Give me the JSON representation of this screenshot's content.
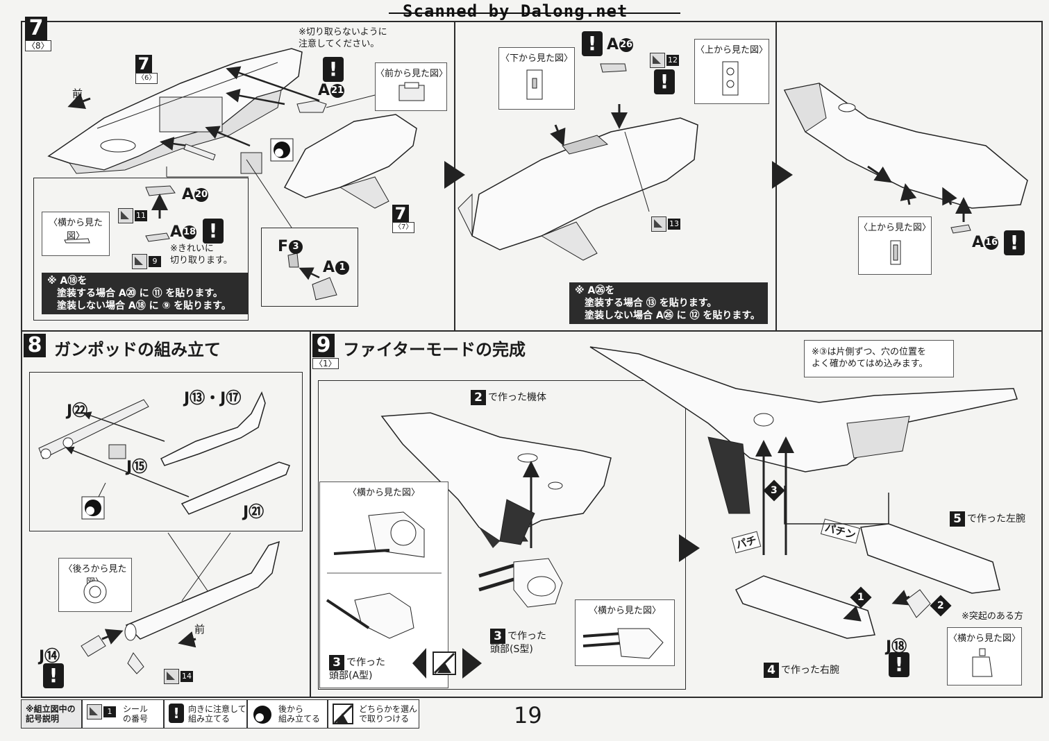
{
  "header": {
    "watermark": "Scanned by Dalong.net"
  },
  "step7": {
    "num": "7",
    "sub": "〈8〉",
    "inner_num": "7",
    "inner_sub": "〈6〉",
    "fuselage_num": "7",
    "fuselage_sub": "〈7〉",
    "caution": "※切り取らないように\n注意してください。",
    "front_label": "前",
    "views": {
      "front": "〈前から見た図〉",
      "side": "〈横から見た図〉",
      "bottom": "〈下から見た図〉",
      "top1": "〈上から見た図〉",
      "top2": "〈上から見た図〉"
    },
    "parts": {
      "a21": "A",
      "a21n": "21",
      "a20": "A",
      "a20n": "20",
      "a18": "A",
      "a18n": "18",
      "f3": "F",
      "f3n": "3",
      "a1": "A",
      "a1n": "1",
      "a26": "A",
      "a26n": "26",
      "a16": "A",
      "a16n": "16"
    },
    "stickers": {
      "s11": "11",
      "s9": "9",
      "s12": "12",
      "s13": "13"
    },
    "cut_note": "※きれいに\n切り取ります。",
    "a18_note": {
      "l1": "※ A⑱を",
      "l2": "塗装する場合 A⑳ に ⑪ を貼ります。",
      "l3": "塗装しない場合 A⑱ に ⑨ を貼ります。"
    },
    "a26_note": {
      "l1": "※ A㉖を",
      "l2": "塗装する場合 ⑬ を貼ります。",
      "l3": "塗装しない場合 A㉖ に ⑫ を貼ります。"
    }
  },
  "step8": {
    "num": "8",
    "title": "ガンポッドの組み立て",
    "parts": {
      "j22": "J㉒",
      "j13_17": "J⑬・J⑰",
      "j15": "J⑮",
      "j21": "J㉑",
      "j14": "J⑭"
    },
    "rear_view": "〈後ろから見た図〉",
    "front_label": "前",
    "sticker14": "14"
  },
  "step9": {
    "num": "9",
    "sub": "〈1〉",
    "title": "ファイターモードの完成",
    "hole_note": "※③は片側ずつ、穴の位置を\nよく確かめてはめ込みます。",
    "body_from2": "で作った機体",
    "body_from2_num": "2",
    "side_view1": "〈横から見た図〉",
    "side_view2": "〈横から見た図〉",
    "side_view3": "〈横から見た図〉",
    "head_a": {
      "num": "3",
      "text": "で作った\n頭部(A型)"
    },
    "head_s": {
      "num": "3",
      "text": "で作った\n頭部(S型)"
    },
    "left_arm": {
      "num": "5",
      "text": "で作った左腕"
    },
    "right_arm": {
      "num": "4",
      "text": "で作った右腕"
    },
    "j18": "J⑱",
    "pachi1": "パチ",
    "pachi2": "パチン",
    "protrusion_note": "※突起のある方",
    "step_marks": [
      "3",
      "1",
      "2"
    ]
  },
  "legend": {
    "title": "※組立図中の\n記号説明",
    "items": [
      {
        "icon": "sticker-icon",
        "num": "1",
        "text": "シール\nの番号"
      },
      {
        "icon": "warning-icon",
        "text": "向きに注意して\n組み立てる"
      },
      {
        "icon": "rear-assemble-icon",
        "text": "後から\n組み立てる"
      },
      {
        "icon": "choose-icon",
        "text": "どちらかを選ん\nで取りつける"
      }
    ]
  },
  "page_number": "19"
}
